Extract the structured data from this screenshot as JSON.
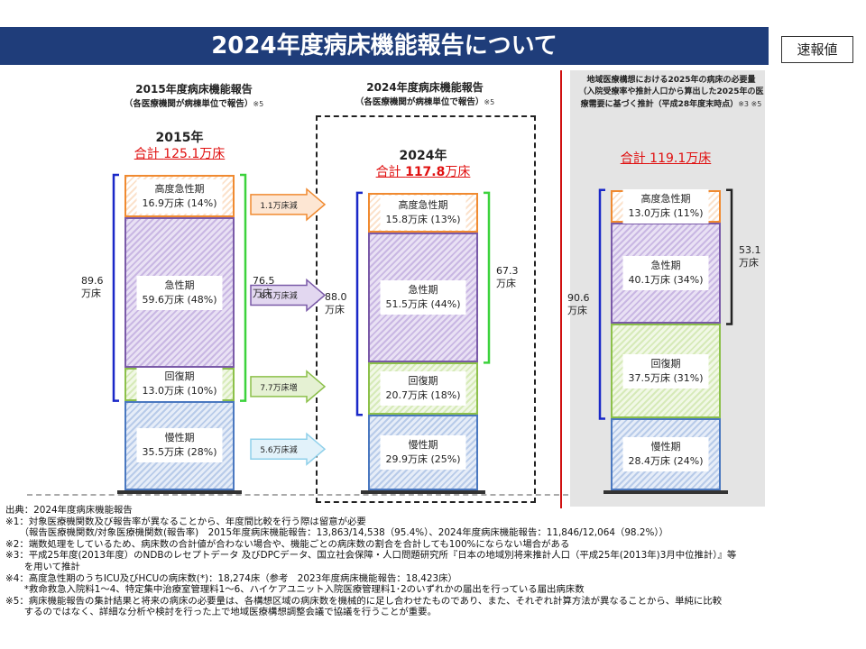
{
  "header": {
    "title": "2024年度病床機能報告について",
    "badge": "速報値"
  },
  "panels": {
    "p2015": {
      "heading": "2015年度病床機能報告",
      "sub": "（各医療機関が病棟単位で報告）",
      "note": "※5"
    },
    "p2024": {
      "heading": "2024年度病床機能報告",
      "sub": "（各医療機関が病棟単位で報告）",
      "note": "※5"
    },
    "p2025": {
      "heading": "地域医療構想における2025年の病床の必要量",
      "sub1": "（入院受療率や推計人口から算出した2025年の医",
      "sub2": "療需要に基づく推計（平成28年度末時点）",
      "note": "※3 ※5"
    }
  },
  "colors": {
    "acute_high": "#f08a30",
    "acute": "#7a5aa8",
    "recovery": "#8cc04a",
    "chronic": "#4a78c0",
    "brace_blue": "#1a28c8",
    "brace_green": "#3cd23c",
    "total_red": "#e01010"
  },
  "chart_data": {
    "type": "bar",
    "stacked": true,
    "categories": [
      "2015年",
      "2024年",
      ""
    ],
    "series": [
      {
        "name": "高度急性期",
        "values": [
          16.9,
          15.8,
          13.0
        ],
        "labels": [
          "16.9万床 (14%)",
          "15.8万床 (13%)",
          "13.0万床 (11%)"
        ]
      },
      {
        "name": "急性期",
        "values": [
          59.6,
          51.5,
          40.1
        ],
        "labels": [
          "59.6万床 (48%)",
          "51.5万床 (44%)",
          "40.1万床 (34%)"
        ]
      },
      {
        "name": "回復期",
        "values": [
          13.0,
          20.7,
          37.5
        ],
        "labels": [
          "13.0万床 (10%)",
          "20.7万床 (18%)",
          "37.5万床 (31%)"
        ]
      },
      {
        "name": "慢性期",
        "values": [
          35.5,
          29.9,
          28.4
        ],
        "labels": [
          "35.5万床 (28%)",
          "29.9万床 (25%)",
          "28.4万床 (24%)"
        ]
      }
    ],
    "totals": [
      {
        "prefix": "合計 ",
        "value": "125.1",
        "unit": "万床"
      },
      {
        "prefix": "合計 ",
        "value": "117.8",
        "unit": "万床"
      },
      {
        "prefix": "合計 ",
        "value": "119.1",
        "unit": "万床"
      }
    ],
    "brackets": [
      {
        "bar": 0,
        "value": "89.6",
        "unit": "万床"
      },
      {
        "bar": 0,
        "value": "76.5",
        "unit": "万床"
      },
      {
        "bar": 1,
        "value": "88.0",
        "unit": "万床"
      },
      {
        "bar": 1,
        "value": "67.3",
        "unit": "万床"
      },
      {
        "bar": 2,
        "value": "90.6",
        "unit": "万床"
      },
      {
        "bar": 2,
        "value": "53.1",
        "unit": "万床"
      }
    ],
    "changes": [
      "1.1万床減",
      "8.1万床減",
      "7.7万床増",
      "5.6万床減"
    ]
  },
  "footnotes": [
    "出典：2024年度病床機能報告",
    "※1：対象医療機関数及び報告率が異なることから、年度間比較を行う際は留意が必要",
    "　　（報告医療機関数/対象医療機関数(報告率)　2015年度病床機能報告：13,863/14,538（95.4%）、2024年度病床機能報告：11,846/12,064（98.2%））",
    "※2：端数処理をしているため、病床数の合計値が合わない場合や、機能ごとの病床数の割合を合計しても100%にならない場合がある",
    "※3：平成25年度(2013年度）のNDBのレセプトデータ 及びDPCデータ、国立社会保障・人口問題研究所『日本の地域別将来推計人口（平成25年(2013年)3月中位推計）』等",
    "　　を用いて推計",
    "※4：高度急性期のうちICU及びHCUの病床数(*)：18,274床（参考　2023年度病床機能報告：18,423床）",
    "　　*救命救急入院料1～4、特定集中治療室管理料1～6、ハイケアユニット入院医療管理料1･2のいずれかの届出を行っている届出病床数",
    "※5：病床機能報告の集計結果と将来の病床の必要量は、各構想区域の病床数を機械的に足し合わせたものであり、また、それぞれ計算方法が異なることから、単純に比較",
    "　　するのではなく、詳細な分析や検討を行った上で地域医療構想調整会議で協議を行うことが重要。"
  ]
}
